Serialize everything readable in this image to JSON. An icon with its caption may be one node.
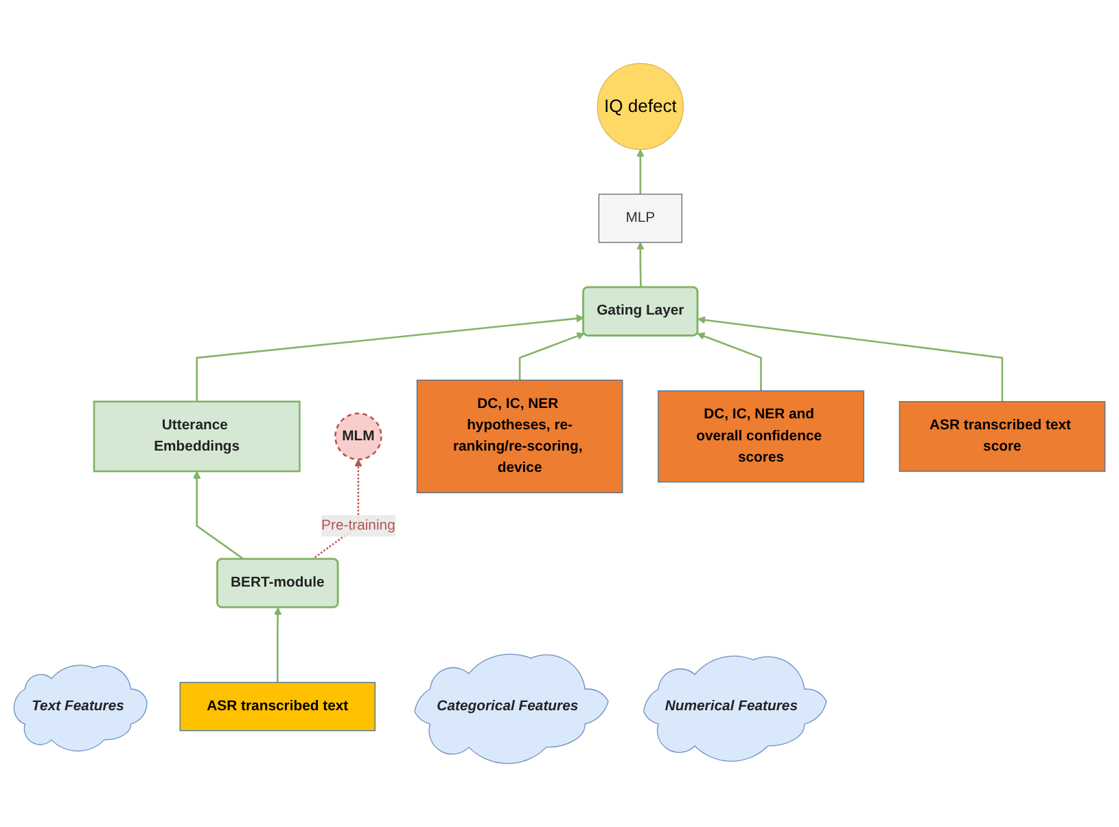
{
  "diagram": {
    "nodes": [
      {
        "text": [
          "IQ defect"
        ]
      },
      {
        "text": [
          "MLP"
        ]
      },
      {
        "text": [
          "Utterance Embeddings"
        ]
      },
      {
        "text": [
          "Gating Layer"
        ]
      },
      {
        "text": [
          "MLM"
        ]
      },
      {
        "text": [
          "BERT-module"
        ]
      },
      {
        "text": [
          "DC, IC, NER hypotheses, re-ranking/re-scoring, device"
        ]
      },
      {
        "text": [
          "DC, IC, NER and overall confidence scores"
        ]
      },
      {
        "text": [
          "ASR transcribed text score"
        ]
      },
      {
        "text": [
          "Text Features"
        ]
      },
      {
        "text": [
          "ASR transcribed text"
        ]
      },
      {
        "text": [
          "Categorical Features"
        ]
      },
      {
        "text": [
          "Numerical Features"
        ]
      }
    ],
    "edges": [
      {
        "from": 1,
        "to": 0,
        "arrow": "to"
      },
      {
        "from": 3,
        "to": 1,
        "arrow": "to"
      },
      {
        "from": 2,
        "to": 3,
        "arrow": "to"
      },
      {
        "from": 5,
        "to": 2,
        "arrow": "to"
      },
      {
        "from": 5,
        "to": 4,
        "arrow": "to",
        "label": "Pre-training",
        "style": "dashed",
        "color": "#b85450"
      },
      {
        "from": 6,
        "to": 3,
        "arrow": "to"
      },
      {
        "from": 7,
        "to": 3,
        "arrow": "to"
      },
      {
        "from": 8,
        "to": 3,
        "arrow": "to"
      },
      {
        "from": 10,
        "to": 5,
        "arrow": "to"
      }
    ]
  }
}
